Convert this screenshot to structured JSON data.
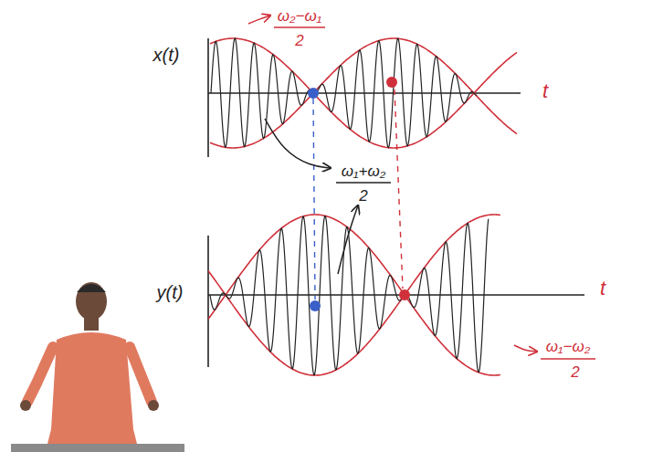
{
  "diagram": {
    "labels": [
      "x(t)",
      "t",
      "ω₂−ω₁",
      "2",
      "ω₁+ω₂",
      "2",
      "y(t)",
      "t",
      "ω₁−ω₂",
      "2"
    ]
  }
}
